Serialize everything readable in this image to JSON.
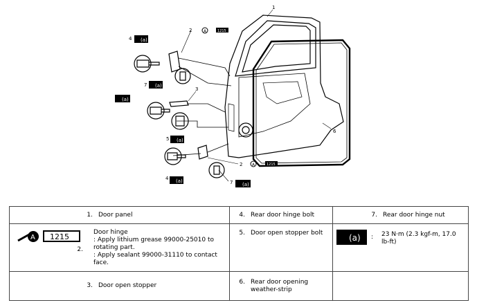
{
  "callouts": {
    "c1": "1",
    "c2_top": "2",
    "c2_bottom": "2",
    "c3": "3",
    "c4_top": "4",
    "c4_bottom": "4",
    "c5": "5",
    "c6": "6",
    "c7_top": "7",
    "c7_bottom": "7"
  },
  "symbols": {
    "torque_letter": "(a)",
    "grease_letter": "A",
    "sealant_code": "1215"
  },
  "legend": {
    "row1": {
      "num1": "1.",
      "label1": "Door panel",
      "num4": "4.",
      "label4": "Rear door hinge bolt",
      "num7": "7.",
      "label7": "Rear door hinge nut"
    },
    "row2": {
      "num2": "2.",
      "hinge_title": "Door hinge",
      "hinge_line1": ": Apply lithium grease 99000-25010 to",
      "hinge_line2": "rotating part.",
      "hinge_line3": ": Apply sealant 99000-31110 to contact",
      "hinge_line4": "face.",
      "num5": "5.",
      "label5": "Door open stopper bolt",
      "torque_colon": ":",
      "torque_text1": "23 N·m (2.3 kgf-m, 17.0",
      "torque_text2": "lb-ft)"
    },
    "row3": {
      "num3": "3.",
      "label3": "Door open stopper",
      "num6": "6.",
      "label6_line1": "Rear door opening",
      "label6_line2": "weather-strip"
    }
  },
  "colors": {
    "ink": "#000000",
    "border": "#444444",
    "background": "#ffffff"
  }
}
